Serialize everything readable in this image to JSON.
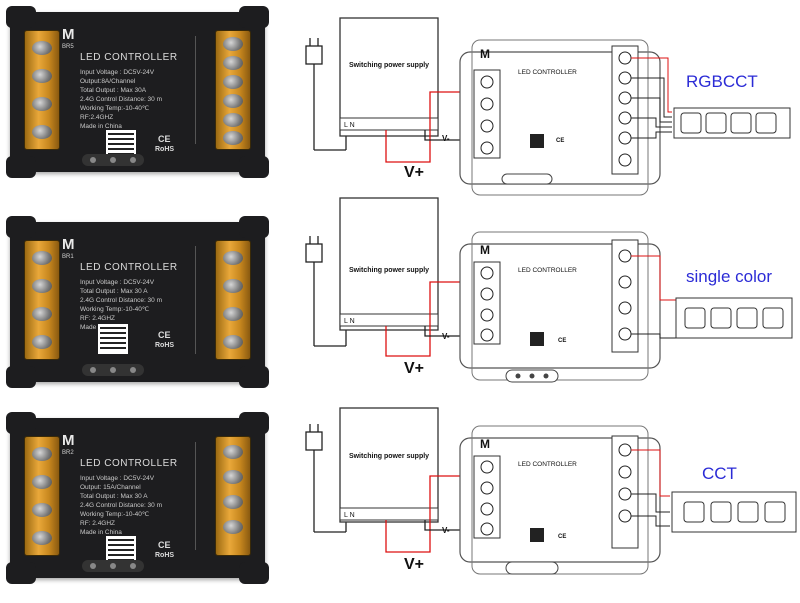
{
  "products": [
    {
      "brand": "M",
      "model": "BR5",
      "title": "LED CONTROLLER",
      "specs": [
        "Input Voltage : DC5V-24V",
        "Output:8A/Channel",
        "Total Output : Max 30A",
        "2.4G Control Distance: 30 m",
        "Working Temp:-10-40℃",
        "RF:2.4GHZ",
        "Made in China"
      ],
      "ce": "CE",
      "rohs": "RoHS"
    },
    {
      "brand": "M",
      "model": "BR1",
      "title": "LED CONTROLLER",
      "specs": [
        "Input Voltage : DC5V-24V",
        "Total Output : Max 30 A",
        "2.4G Control Distance: 30 m",
        "Working Temp:-10-40℃",
        "RF: 2.4GHZ",
        "Made in China"
      ],
      "ce": "CE",
      "rohs": "RoHS"
    },
    {
      "brand": "M",
      "model": "BR2",
      "title": "LED CONTROLLER",
      "specs": [
        "Input Voltage : DC5V-24V",
        "Output: 15A/Channel",
        "Total Output : Max 30 A",
        "2.4G Control Distance: 30 m",
        "Working Temp:-10-40℃",
        "RF: 2.4GHZ",
        "Made in China"
      ],
      "ce": "CE",
      "rohs": "RoHS"
    }
  ],
  "diagrams": [
    {
      "psu_label": "Switching power supply",
      "label": "RGBCCT",
      "vplus": "V+",
      "vminus": "V-",
      "ln": "L N"
    },
    {
      "psu_label": "Switching power supply",
      "label": "single color",
      "vplus": "V+",
      "vminus": "V-",
      "ln": "L N"
    },
    {
      "psu_label": "Switching power supply",
      "label": "CCT",
      "vplus": "V+",
      "vminus": "V-",
      "ln": "L N"
    }
  ]
}
